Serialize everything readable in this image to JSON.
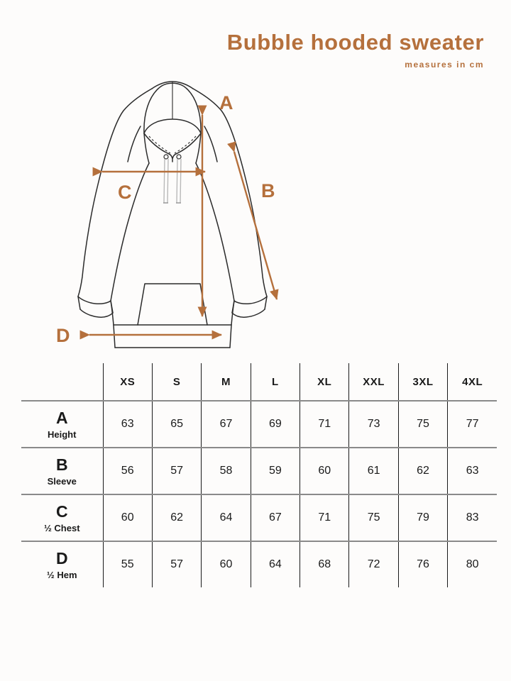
{
  "header": {
    "title": "Bubble hooded sweater",
    "subtitle": "measures in cm",
    "accent_color": "#b5703c"
  },
  "illustration": {
    "name": "hooded-sweater-technical-drawing",
    "dimension_labels": [
      {
        "id": "A",
        "label": "A",
        "meaning": "Height",
        "arrow": "vertical"
      },
      {
        "id": "B",
        "label": "B",
        "meaning": "Sleeve",
        "arrow": "diagonal"
      },
      {
        "id": "C",
        "label": "C",
        "meaning": "1/2 Chest",
        "arrow": "horizontal"
      },
      {
        "id": "D",
        "label": "D",
        "meaning": "1/2 Hem",
        "arrow": "horizontal"
      }
    ],
    "line_color": "#2b2b2b",
    "arrow_color": "#b5703c"
  },
  "table": {
    "sizes": [
      "XS",
      "S",
      "M",
      "L",
      "XL",
      "XXL",
      "3XL",
      "4XL"
    ],
    "rows": [
      {
        "letter": "A",
        "name": "Height",
        "values": [
          63,
          65,
          67,
          69,
          71,
          73,
          75,
          77
        ]
      },
      {
        "letter": "B",
        "name": "Sleeve",
        "values": [
          56,
          57,
          58,
          59,
          60,
          61,
          62,
          63
        ]
      },
      {
        "letter": "C",
        "name": "½ Chest",
        "values": [
          60,
          62,
          64,
          67,
          71,
          75,
          79,
          83
        ]
      },
      {
        "letter": "D",
        "name": "½ Hem",
        "values": [
          55,
          57,
          60,
          64,
          68,
          72,
          76,
          80
        ]
      }
    ]
  }
}
